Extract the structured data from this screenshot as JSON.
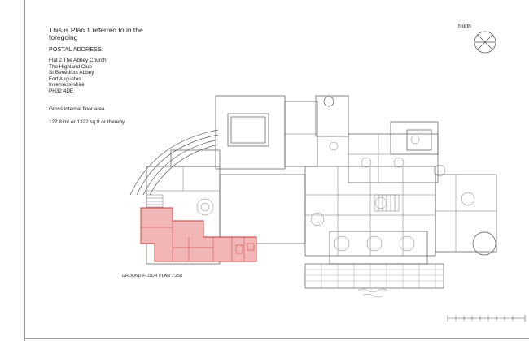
{
  "notes": {
    "title": "This is Plan 1 referred to in the foregoing",
    "postal_heading": "POSTAL ADDRESS:",
    "address_lines": [
      "Flat 2 The Abbey Church",
      "The Highland Club",
      "St Benedicts Abbey",
      "Fort Augustus",
      "Inverness-shire",
      "PH32 4DE"
    ],
    "gia_label": "Gross internal floor area",
    "area_text": "122.8 m² or 1322 sq.ft or thereby"
  },
  "north_label": "North",
  "plan_label": "GROUND FLOOR PLAN 1:250",
  "colors": {
    "highlight_fill": "#f3b6b6",
    "highlight_stroke": "#c23a3a",
    "line": "#555555"
  }
}
